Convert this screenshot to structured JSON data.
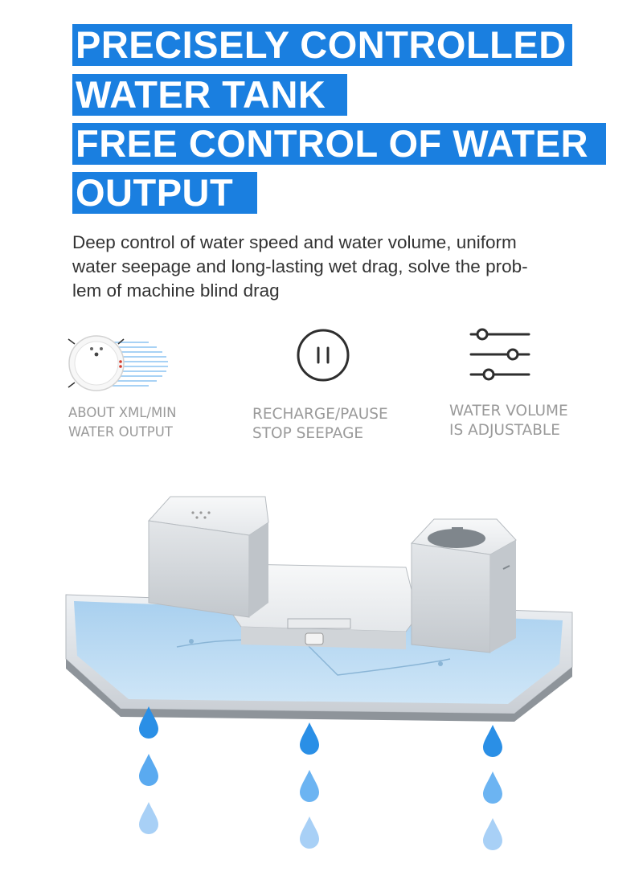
{
  "headline": {
    "lines": [
      "PRECISELY CONTROLLED",
      "WATER TANK",
      "FREE CONTROL OF WATER",
      "OUTPUT"
    ],
    "background_color": "#1a7fe0"
  },
  "description": {
    "lines": [
      "Deep control of water speed and water volume, uniform",
      "water seepage and long-lasting wet drag, solve the prob-",
      "lem of machine blind drag"
    ]
  },
  "features": [
    {
      "icon": "robot-water-output-icon",
      "label_lines": [
        "ABOUT XML/MIN",
        "WATER OUTPUT"
      ]
    },
    {
      "icon": "pause-icon",
      "label_lines": [
        "RECHARGE/PAUSE",
        "STOP SEEPAGE"
      ]
    },
    {
      "icon": "sliders-icon",
      "label_lines": [
        "WATER VOLUME",
        "IS ADJUSTABLE"
      ]
    }
  ],
  "product_image": {
    "icon": "water-tank-illustration",
    "drop_color": "#2a8fe6"
  }
}
